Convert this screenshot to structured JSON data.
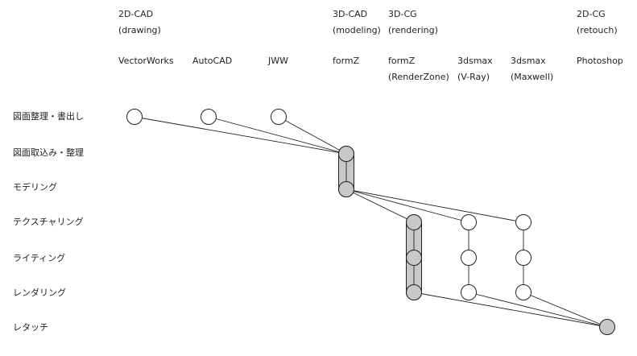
{
  "categories": [
    {
      "line1": "2D-CAD",
      "line2": "(drawing)"
    },
    {
      "line1": "3D-CAD",
      "line2": "(modeling)"
    },
    {
      "line1": "3D-CG",
      "line2": "(rendering)"
    },
    {
      "line1": "2D-CG",
      "line2": "(retouch)"
    }
  ],
  "software": [
    {
      "line1": "VectorWorks",
      "line2": ""
    },
    {
      "line1": "AutoCAD",
      "line2": ""
    },
    {
      "line1": "JWW",
      "line2": ""
    },
    {
      "line1": "formZ",
      "line2": ""
    },
    {
      "line1": "formZ",
      "line2": "(RenderZone)"
    },
    {
      "line1": "3dsmax",
      "line2": "(V-Ray)"
    },
    {
      "line1": "3dsmax",
      "line2": "(Maxwell)"
    },
    {
      "line1": "Photoshop",
      "line2": ""
    }
  ],
  "steps": [
    "図面整理・書出し",
    "図面取込み・整理",
    "モデリング",
    "テクスチャリング",
    "ライティング",
    "レンダリング",
    "レタッチ"
  ],
  "nodes": [
    {
      "tool": 0,
      "step": 0,
      "filled": false
    },
    {
      "tool": 1,
      "step": 0,
      "filled": false
    },
    {
      "tool": 2,
      "step": 0,
      "filled": false
    },
    {
      "tool": 3,
      "step": 1,
      "filled": true
    },
    {
      "tool": 3,
      "step": 2,
      "filled": true
    },
    {
      "tool": 4,
      "step": 3,
      "filled": true
    },
    {
      "tool": 4,
      "step": 4,
      "filled": true
    },
    {
      "tool": 4,
      "step": 5,
      "filled": true
    },
    {
      "tool": 5,
      "step": 3,
      "filled": false
    },
    {
      "tool": 5,
      "step": 4,
      "filled": false
    },
    {
      "tool": 5,
      "step": 5,
      "filled": false
    },
    {
      "tool": 6,
      "step": 3,
      "filled": false
    },
    {
      "tool": 6,
      "step": 4,
      "filled": false
    },
    {
      "tool": 6,
      "step": 5,
      "filled": false
    },
    {
      "tool": 7,
      "step": 6,
      "filled": true
    }
  ],
  "capsules": [
    {
      "tool": 3,
      "from_step": 1,
      "to_step": 2
    },
    {
      "tool": 4,
      "from_step": 3,
      "to_step": 5
    }
  ],
  "edges": [
    [
      [
        0,
        0
      ],
      [
        3,
        1
      ]
    ],
    [
      [
        1,
        0
      ],
      [
        3,
        1
      ]
    ],
    [
      [
        2,
        0
      ],
      [
        3,
        1
      ]
    ],
    [
      [
        3,
        1
      ],
      [
        3,
        2
      ]
    ],
    [
      [
        3,
        2
      ],
      [
        4,
        3
      ]
    ],
    [
      [
        3,
        2
      ],
      [
        5,
        3
      ]
    ],
    [
      [
        3,
        2
      ],
      [
        6,
        3
      ]
    ],
    [
      [
        4,
        3
      ],
      [
        4,
        4
      ]
    ],
    [
      [
        4,
        4
      ],
      [
        4,
        5
      ]
    ],
    [
      [
        5,
        3
      ],
      [
        5,
        4
      ]
    ],
    [
      [
        5,
        4
      ],
      [
        5,
        5
      ]
    ],
    [
      [
        6,
        3
      ],
      [
        6,
        4
      ]
    ],
    [
      [
        6,
        4
      ],
      [
        6,
        5
      ]
    ],
    [
      [
        4,
        5
      ],
      [
        7,
        6
      ]
    ],
    [
      [
        5,
        5
      ],
      [
        7,
        6
      ]
    ],
    [
      [
        6,
        5
      ],
      [
        7,
        6
      ]
    ]
  ],
  "colors": {
    "node_fill": "#c8c8c8",
    "capsule_fill": "#c8c8c8",
    "stroke": "#222222"
  }
}
